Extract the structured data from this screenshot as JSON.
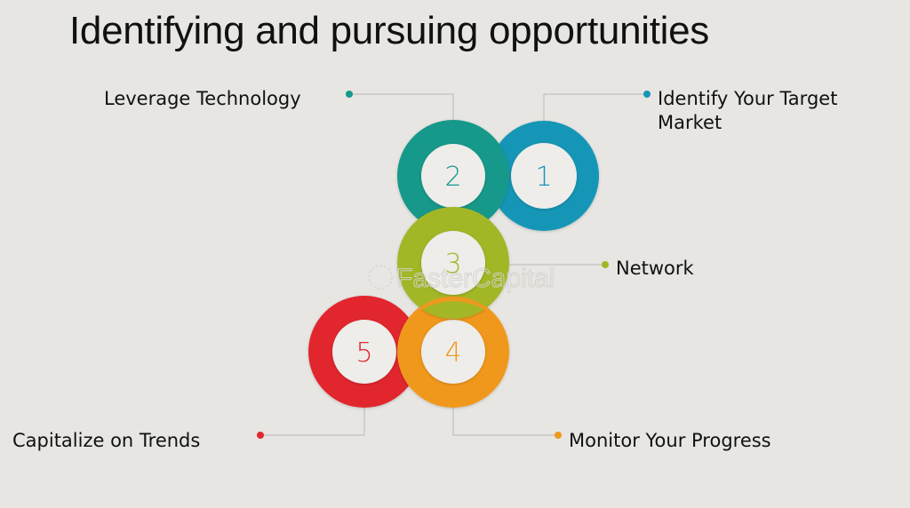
{
  "title": "Identifying and pursuing opportunities",
  "steps": [
    {
      "number": "1",
      "label_line1": "Identify Your Target",
      "label_line2": "Market",
      "color": "#1596b6"
    },
    {
      "number": "2",
      "label": "Leverage Technology",
      "color": "#14998a"
    },
    {
      "number": "3",
      "label": "Network",
      "color": "#a3b626"
    },
    {
      "number": "4",
      "label": "Monitor Your Progress",
      "color": "#f0981f"
    },
    {
      "number": "5",
      "label": "Capitalize on Trends",
      "color": "#e1282f"
    }
  ],
  "watermark": "FasterCapital",
  "colors": {
    "background": "#e7e6e2",
    "inner_circle": "#eeedea",
    "connector": "#b8b8b4"
  }
}
